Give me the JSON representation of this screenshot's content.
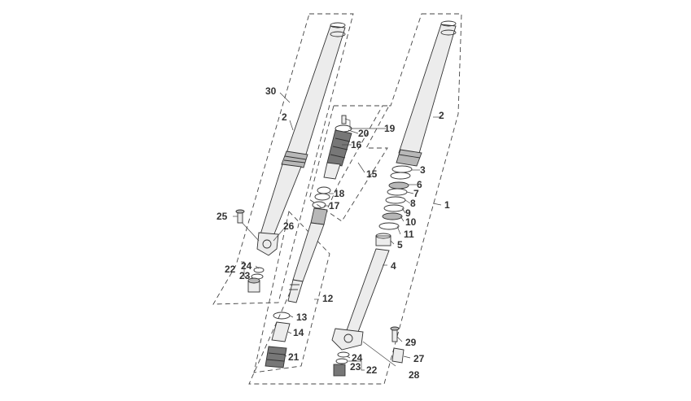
{
  "diagram": {
    "callouts": [
      {
        "id": "c30",
        "label": "30"
      },
      {
        "id": "c2a",
        "label": "2"
      },
      {
        "id": "c2b",
        "label": "2"
      },
      {
        "id": "c19",
        "label": "19"
      },
      {
        "id": "c20",
        "label": "20"
      },
      {
        "id": "c16",
        "label": "16"
      },
      {
        "id": "c15",
        "label": "15"
      },
      {
        "id": "c3",
        "label": "3"
      },
      {
        "id": "c6",
        "label": "6"
      },
      {
        "id": "c7",
        "label": "7"
      },
      {
        "id": "c18",
        "label": "18"
      },
      {
        "id": "c17",
        "label": "17"
      },
      {
        "id": "c8",
        "label": "8"
      },
      {
        "id": "c1",
        "label": "1"
      },
      {
        "id": "c9",
        "label": "9"
      },
      {
        "id": "c10",
        "label": "10"
      },
      {
        "id": "c25",
        "label": "25"
      },
      {
        "id": "c26",
        "label": "26"
      },
      {
        "id": "c11",
        "label": "11"
      },
      {
        "id": "c5",
        "label": "5"
      },
      {
        "id": "c24a",
        "label": "24"
      },
      {
        "id": "c22a",
        "label": "22"
      },
      {
        "id": "c23a",
        "label": "23"
      },
      {
        "id": "c4",
        "label": "4"
      },
      {
        "id": "c12",
        "label": "12"
      },
      {
        "id": "c13",
        "label": "13"
      },
      {
        "id": "c14",
        "label": "14"
      },
      {
        "id": "c29",
        "label": "29"
      },
      {
        "id": "c21",
        "label": "21"
      },
      {
        "id": "c24b",
        "label": "24"
      },
      {
        "id": "c27",
        "label": "27"
      },
      {
        "id": "c23b",
        "label": "23"
      },
      {
        "id": "c22b",
        "label": "22"
      },
      {
        "id": "c28",
        "label": "28"
      }
    ]
  }
}
